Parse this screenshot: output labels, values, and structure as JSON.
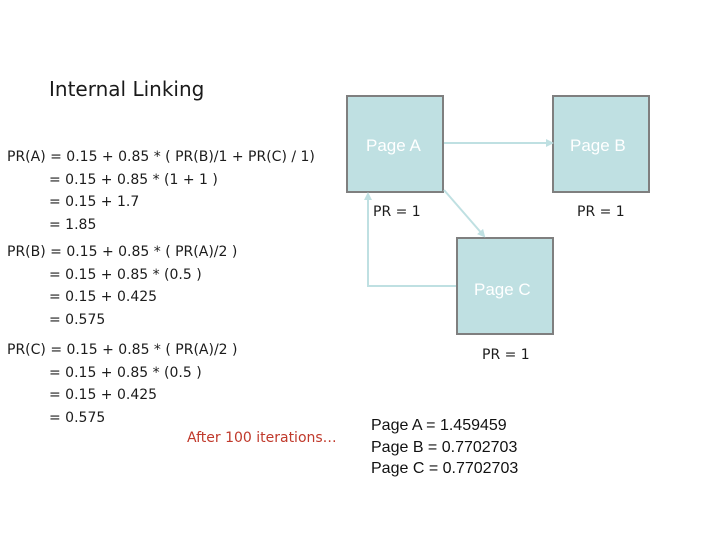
{
  "title": "Internal Linking",
  "equations": {
    "pr_a": [
      "PR(A) = 0.15 + 0.85 * ( PR(B)/1 + PR(C) / 1)",
      "= 0.15 + 0.85 * (1 + 1 )",
      "= 0.15 + 1.7",
      "= 1.85"
    ],
    "pr_b": [
      "PR(B) = 0.15 + 0.85 * ( PR(A)/2 )",
      "= 0.15 + 0.85 * (0.5 )",
      "= 0.15 + 0.425",
      "= 0.575"
    ],
    "pr_c": [
      "PR(C) = 0.15 + 0.85 * ( PR(A)/2 )",
      "= 0.15 + 0.85 * (0.5 )",
      "= 0.15 + 0.425",
      "= 0.575"
    ]
  },
  "note": "After 100 iterations…",
  "nodes": {
    "a": {
      "label": "Page A",
      "pr": "PR = 1"
    },
    "b": {
      "label": "Page B",
      "pr": "PR = 1"
    },
    "c": {
      "label": "Page C",
      "pr": "PR = 1"
    }
  },
  "results": [
    "Page A = 1.459459",
    "Page B = 0.7702703",
    "Page C = 0.7702703"
  ],
  "colors": {
    "node_fill": "#bfe0e2",
    "node_border": "#7f7f7f",
    "arrow": "#bfe0e2",
    "note": "#c0392b"
  }
}
